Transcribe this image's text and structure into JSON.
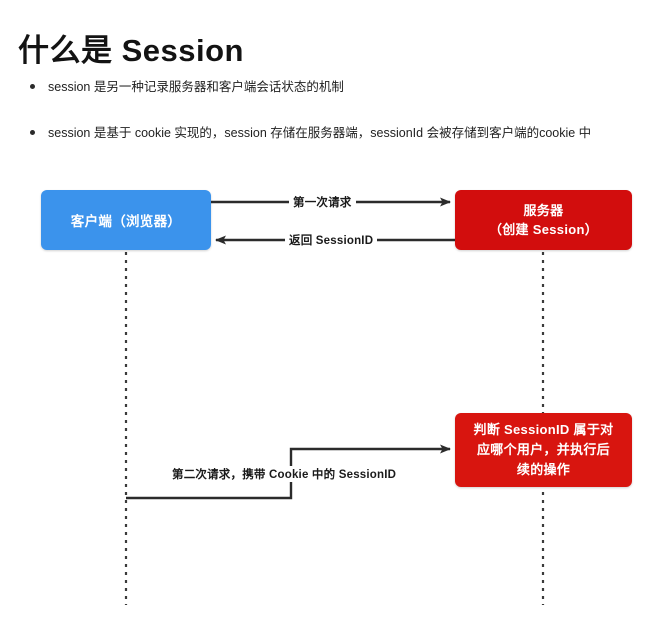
{
  "page": {
    "title": "什么是 Session",
    "bullets": [
      "session 是另一种记录服务器和客户端会话状态的机制",
      "session 是基于 cookie 实现的，session 存储在服务器端，sessionId 会被存储到客户端的cookie 中"
    ]
  },
  "diagram": {
    "type": "sequence-diagram",
    "colors": {
      "client_fill": "#3b93ec",
      "server_fill": "#d20d0d",
      "process_fill": "#d8150f",
      "line": "#2b2b2b",
      "lifeline": "#3a3a3a",
      "text_on_fill": "#ffffff"
    },
    "nodes": [
      {
        "id": "client",
        "label": "客户端（浏览器）",
        "label_lines": [
          "客户端（浏览器）"
        ]
      },
      {
        "id": "server",
        "label": "服务器（创建 Session）",
        "label_lines": [
          "服务器",
          "（创建 Session）"
        ]
      },
      {
        "id": "process",
        "label": "判断 SessionID 属于对应哪个用户，并执行后续的操作",
        "label_lines": [
          "判断 SessionID 属于对",
          "应哪个用户，并执行后",
          "续的操作"
        ]
      }
    ],
    "edges": [
      {
        "id": "request-1",
        "label": "第一次请求",
        "from": "client",
        "to": "server",
        "direction": "right"
      },
      {
        "id": "response-1",
        "label": "返回 SessionID",
        "from": "server",
        "to": "client",
        "direction": "left"
      },
      {
        "id": "request-2",
        "label": "第二次请求，携带 Cookie 中的 SessionID",
        "from": "client",
        "to": "process",
        "direction": "right"
      }
    ]
  }
}
